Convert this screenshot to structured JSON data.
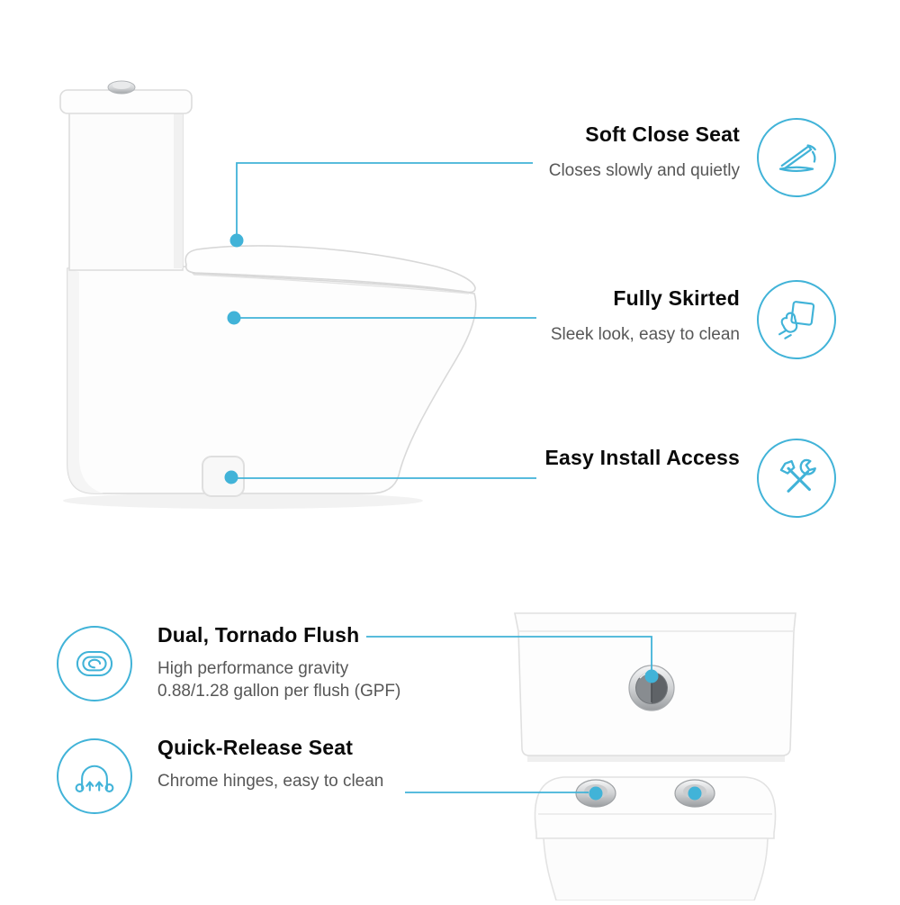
{
  "page": {
    "background_color": "#ffffff",
    "accent_color": "#41B3D8",
    "title_color": "#0a0a0a",
    "subtitle_color": "#575757"
  },
  "features": [
    {
      "title": "Soft Close Seat",
      "subtitle": "Closes slowly and quietly",
      "icon": "soft-close-seat-icon"
    },
    {
      "title": "Fully Skirted",
      "subtitle": "Sleek look, easy to clean",
      "icon": "wipe-clean-hand-icon"
    },
    {
      "title": "Easy Install Access",
      "icon": "install-tools-icon"
    },
    {
      "title": "Dual, Tornado Flush",
      "subtitle": "High performance gravity",
      "subtitle2": "0.88/1.28 gallon per flush (GPF)",
      "icon": "tornado-flush-icon"
    },
    {
      "title": "Quick-Release Seat",
      "subtitle": "Chrome hinges, easy to clean",
      "icon": "quick-release-seat-icon"
    }
  ],
  "illustrations": {
    "main": "white one-piece skirted toilet, side view",
    "closeup": "toilet tank with chrome dual-flush button and chrome quick-release seat hinges"
  }
}
